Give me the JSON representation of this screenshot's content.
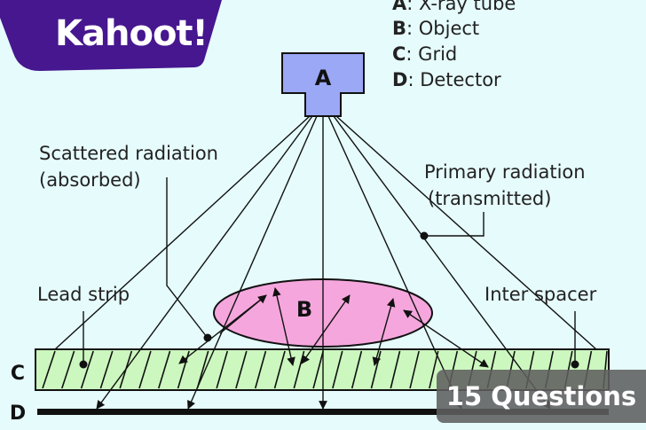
{
  "brand": {
    "logo_text": "Kahoot!",
    "color": "#46178f"
  },
  "legend": [
    {
      "key": "A",
      "text": ": X-ray tube"
    },
    {
      "key": "B",
      "text": ": Object"
    },
    {
      "key": "C",
      "text": ": Grid"
    },
    {
      "key": "D",
      "text": ": Detector"
    }
  ],
  "diagram": {
    "tube_label": "A",
    "object_label": "B",
    "grid_label": "C",
    "detector_label": "D",
    "scattered_label": [
      "Scattered radiation",
      "(absorbed)"
    ],
    "primary_label": [
      "Primary radiation",
      "(transmitted)"
    ],
    "lead_strip_label": "Lead strip",
    "inter_spacer_label": "Inter spacer",
    "colors": {
      "tube": "#9aa8f5",
      "object": "#f5a7dd",
      "grid": "#ccf7bf",
      "background": "#e6fbfc"
    }
  },
  "footer": {
    "questions_label": "15 Questions"
  }
}
